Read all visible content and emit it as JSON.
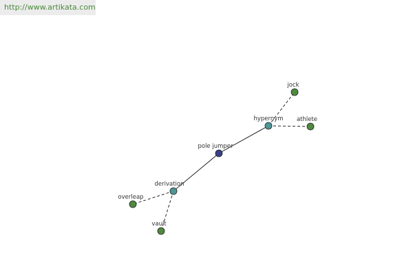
{
  "watermark": {
    "text": "http://www.artikata.com"
  },
  "graph": {
    "nodes": [
      {
        "id": "pole-jumper",
        "label": "pole jumper",
        "kind": "center",
        "color": "#3a3f85"
      },
      {
        "id": "hypernym",
        "label": "hypernym",
        "kind": "relation",
        "color": "#4f9696"
      },
      {
        "id": "derivation",
        "label": "derivation",
        "kind": "relation",
        "color": "#4f9696"
      },
      {
        "id": "jock",
        "label": "jock",
        "kind": "word",
        "color": "#4f8a3e"
      },
      {
        "id": "athlete",
        "label": "athlete",
        "kind": "word",
        "color": "#4f8a3e"
      },
      {
        "id": "overleap",
        "label": "overleap",
        "kind": "word",
        "color": "#4f8a3e"
      },
      {
        "id": "vault",
        "label": "vault",
        "kind": "word",
        "color": "#4f8a3e"
      }
    ],
    "edges": [
      {
        "from": "pole-jumper",
        "to": "hypernym",
        "style": "solid"
      },
      {
        "from": "pole-jumper",
        "to": "derivation",
        "style": "solid"
      },
      {
        "from": "hypernym",
        "to": "jock",
        "style": "dashed"
      },
      {
        "from": "hypernym",
        "to": "athlete",
        "style": "dashed"
      },
      {
        "from": "derivation",
        "to": "overleap",
        "style": "dashed"
      },
      {
        "from": "derivation",
        "to": "vault",
        "style": "dashed"
      }
    ]
  }
}
